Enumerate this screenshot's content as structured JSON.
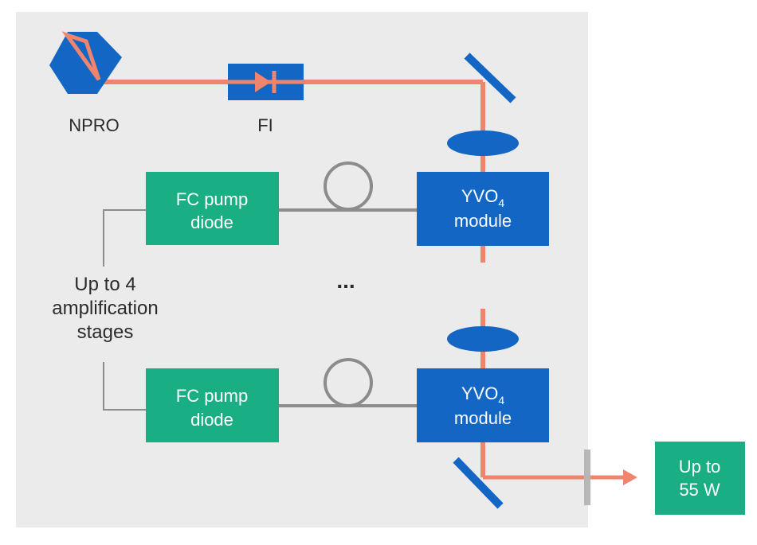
{
  "colors": {
    "panel": "#ebebeb",
    "beam": "#f0856e",
    "optic_blue": "#1366c4",
    "diode_green": "#1aae85",
    "fiber": "#8c8c8c",
    "text_dark": "#2b2b2b",
    "text_light": "#ffffff"
  },
  "labels": {
    "npro": "NPRO",
    "fi": "FI",
    "ellipsis": "...",
    "stages": [
      "Up to 4",
      "amplification",
      "stages"
    ]
  },
  "stages": [
    {
      "diode": [
        "FC pump",
        "diode"
      ],
      "module_prefix": "YVO",
      "module_sub": "4",
      "module_suffix": "module"
    },
    {
      "diode": [
        "FC pump",
        "diode"
      ],
      "module_prefix": "YVO",
      "module_sub": "4",
      "module_suffix": "module"
    }
  ],
  "output": [
    "Up to",
    "55 W"
  ],
  "icons": {
    "laser": "npro-laser-icon",
    "isolator": "faraday-isolator-icon",
    "mirror": "mirror-icon",
    "lens": "lens-icon",
    "fiber_loop": "fiber-coil-icon",
    "arrow": "output-arrow-icon"
  }
}
